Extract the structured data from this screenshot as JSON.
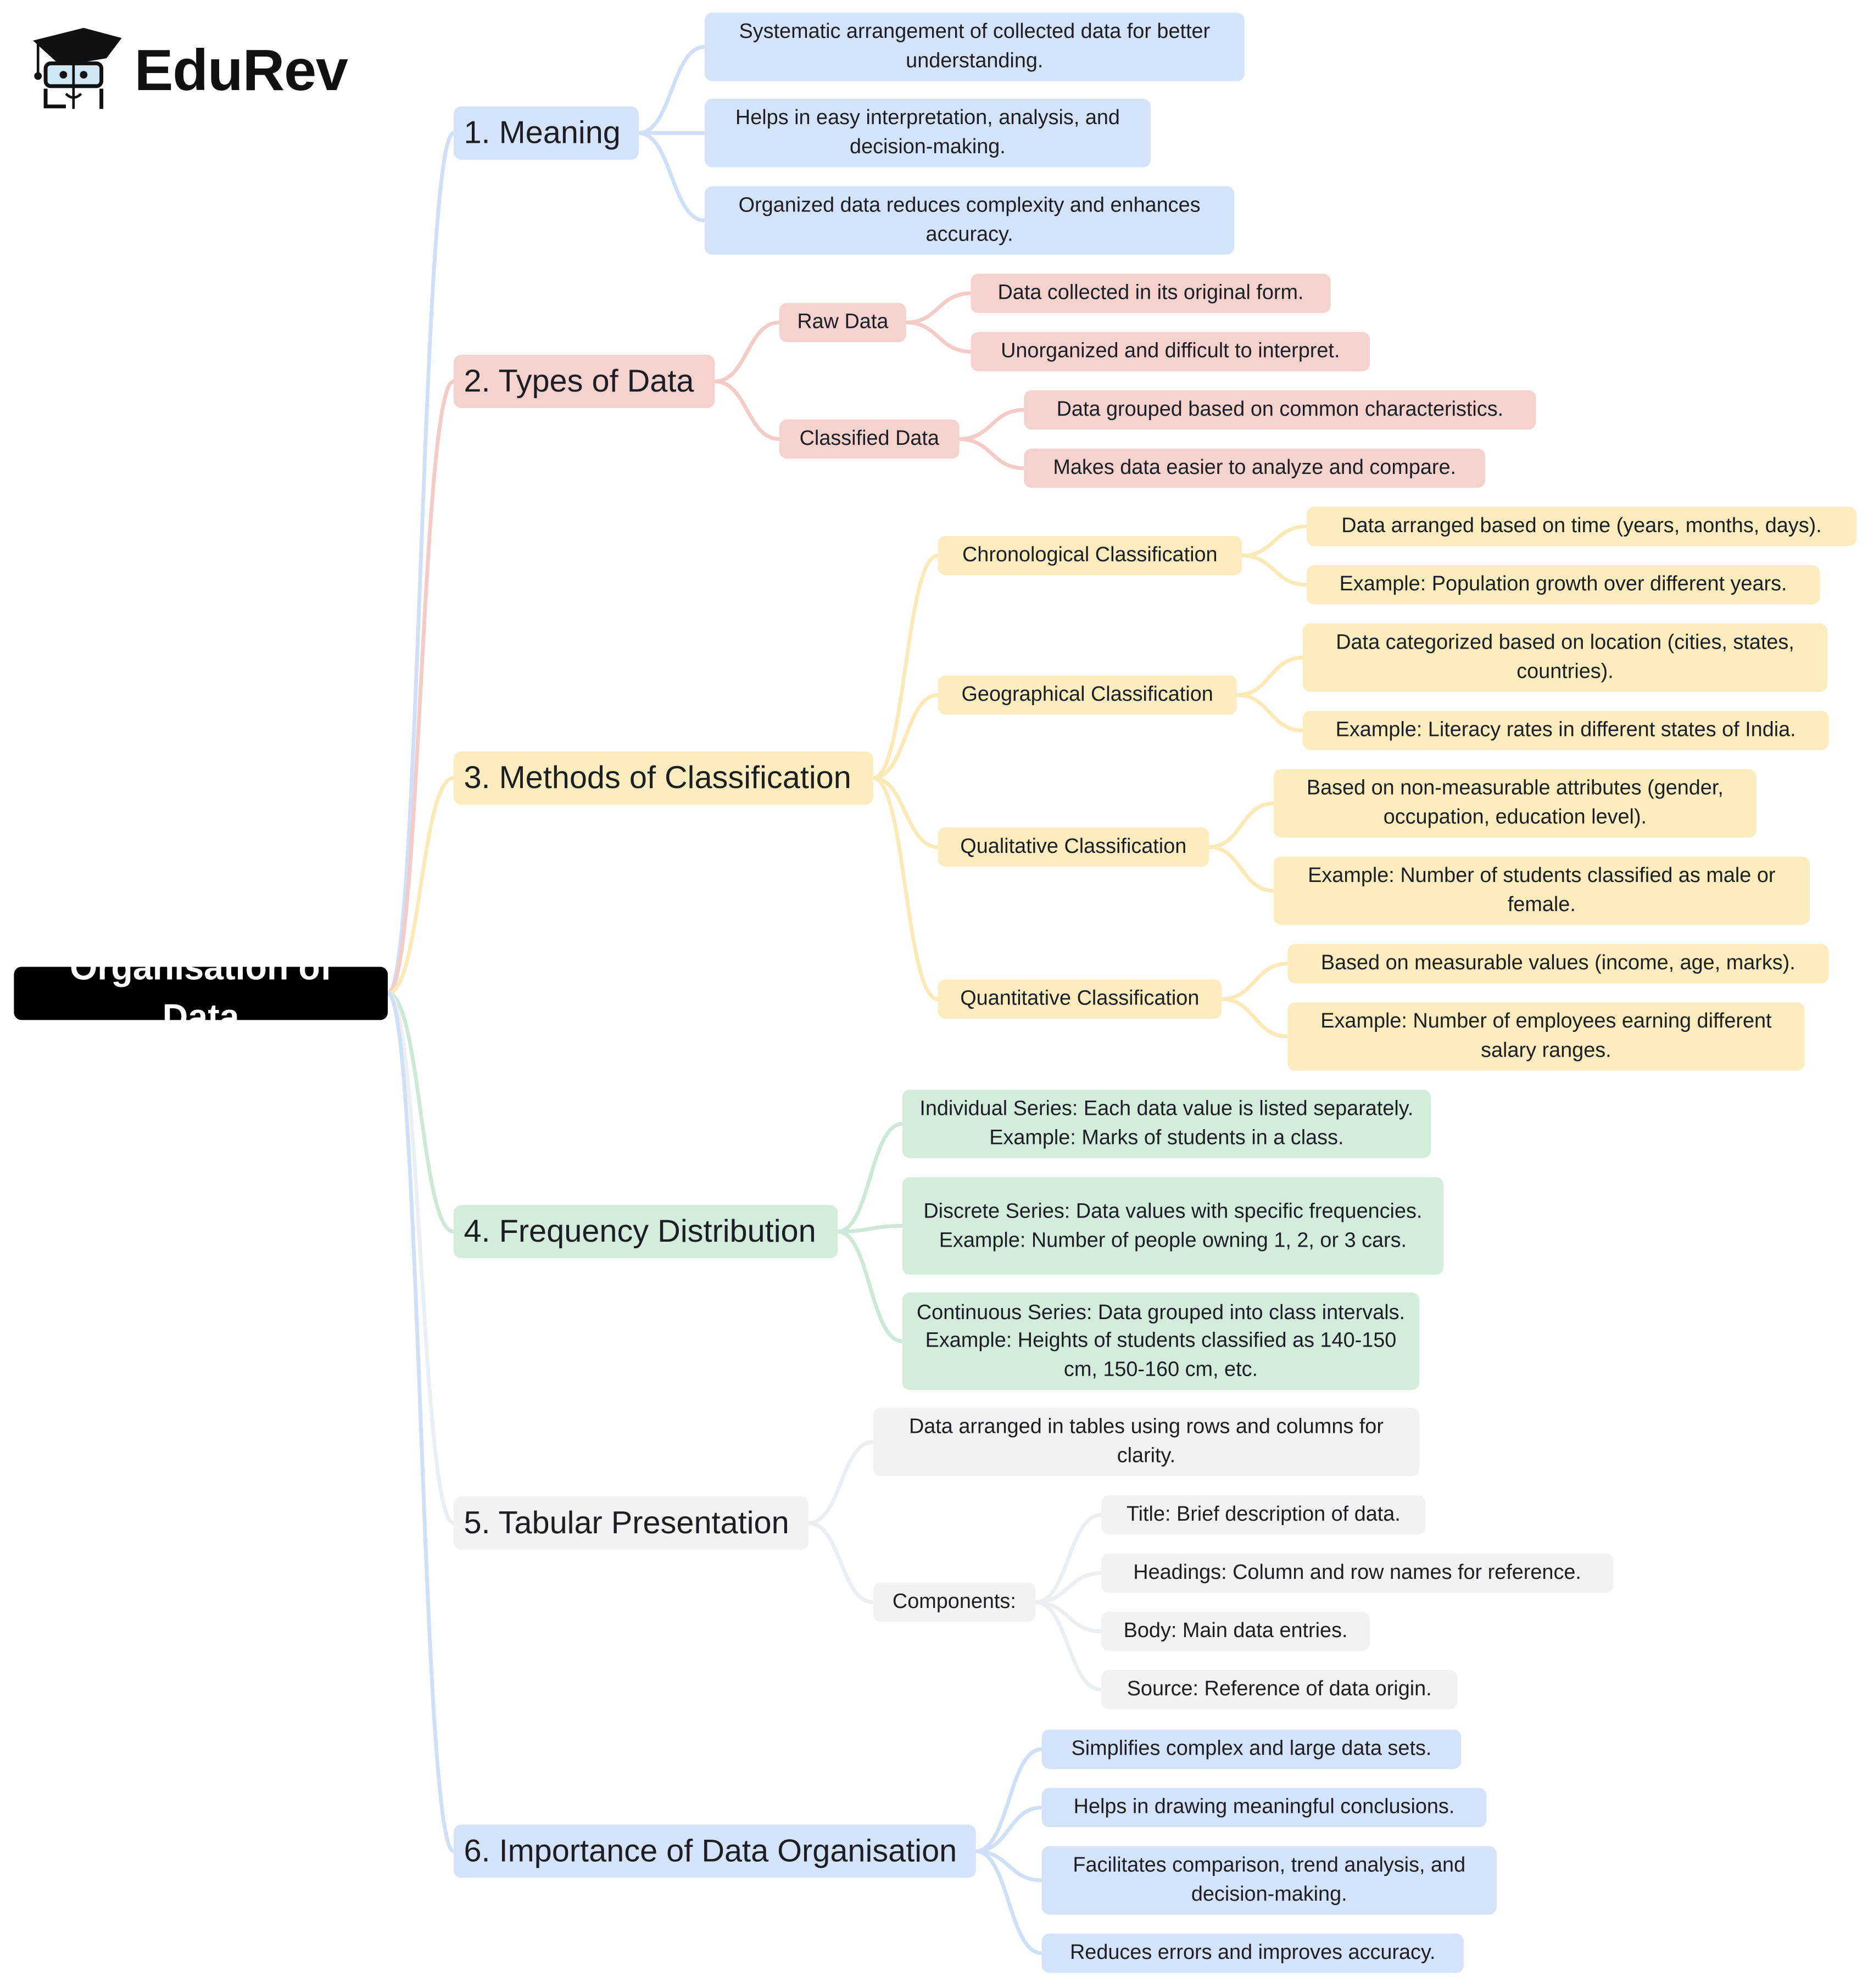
{
  "logo": {
    "text": "EduRev"
  },
  "root": {
    "label": "Organisation of Data"
  },
  "branches": [
    {
      "label": "1. Meaning",
      "bg": "#d5e3fa",
      "line": "#cfdff7",
      "children": [
        {
          "label": "Systematic arrangement of collected data for better understanding."
        },
        {
          "label": "Helps in easy interpretation, analysis, and decision-making."
        },
        {
          "label": "Organized data reduces complexity and enhances accuracy."
        }
      ]
    },
    {
      "label": "2. Types of Data",
      "bg": "#f6d2cf",
      "line": "#f4cbc7",
      "children": [
        {
          "label": "Raw Data",
          "children": [
            {
              "label": "Data collected in its original form."
            },
            {
              "label": "Unorganized and difficult to interpret."
            }
          ]
        },
        {
          "label": "Classified Data",
          "children": [
            {
              "label": "Data grouped based on common characteristics."
            },
            {
              "label": "Makes data easier to analyze and compare."
            }
          ]
        }
      ]
    },
    {
      "label": "3. Methods of Classification",
      "bg": "#fcecbe",
      "line": "#fbe9b6",
      "children": [
        {
          "label": "Chronological Classification",
          "children": [
            {
              "label": "Data arranged based on time (years, months, days)."
            },
            {
              "label": "Example: Population growth over different years."
            }
          ]
        },
        {
          "label": "Geographical Classification",
          "children": [
            {
              "label": "Data categorized based on location (cities, states, countries)."
            },
            {
              "label": "Example: Literacy rates in different states of India."
            }
          ]
        },
        {
          "label": "Qualitative Classification",
          "children": [
            {
              "label": "Based on non-measurable attributes (gender, occupation, education level)."
            },
            {
              "label": "Example: Number of students classified as male or female."
            }
          ]
        },
        {
          "label": "Quantitative Classification",
          "children": [
            {
              "label": "Based on measurable values (income, age, marks)."
            },
            {
              "label": "Example: Number of employees earning different salary ranges."
            }
          ]
        }
      ]
    },
    {
      "label": "4. Frequency Distribution",
      "bg": "#d3ecdc",
      "line": "#cde8d6",
      "children": [
        {
          "label": "Individual Series: Each data value is listed separately. Example: Marks of students in a class."
        },
        {
          "label": "Discrete Series: Data values with specific frequencies. Example: Number of people owning 1, 2, or 3 cars."
        },
        {
          "label": "Continuous Series: Data grouped into class intervals. Example: Heights of students classified as 140-150 cm, 150-160 cm, etc."
        }
      ]
    },
    {
      "label": "5. Tabular Presentation",
      "bg": "#f0f2f4",
      "line": "#eceff1",
      "children": [
        {
          "label": "Data arranged in tables using rows and columns for clarity."
        },
        {
          "label": "Components:",
          "children": [
            {
              "label": "Title: Brief description of data."
            },
            {
              "label": "Headings: Column and row names for reference."
            },
            {
              "label": "Body: Main data entries."
            },
            {
              "label": "Source: Reference of data origin."
            }
          ]
        }
      ]
    },
    {
      "label": "6. Importance of Data Organisation",
      "bg": "#d5e3fa",
      "line": "#cfdff7",
      "children": [
        {
          "label": "Simplifies complex and large data sets."
        },
        {
          "label": "Helps in drawing meaningful conclusions."
        },
        {
          "label": "Facilitates comparison, trend analysis, and decision-making."
        },
        {
          "label": "Reduces errors and improves accuracy."
        }
      ]
    }
  ]
}
